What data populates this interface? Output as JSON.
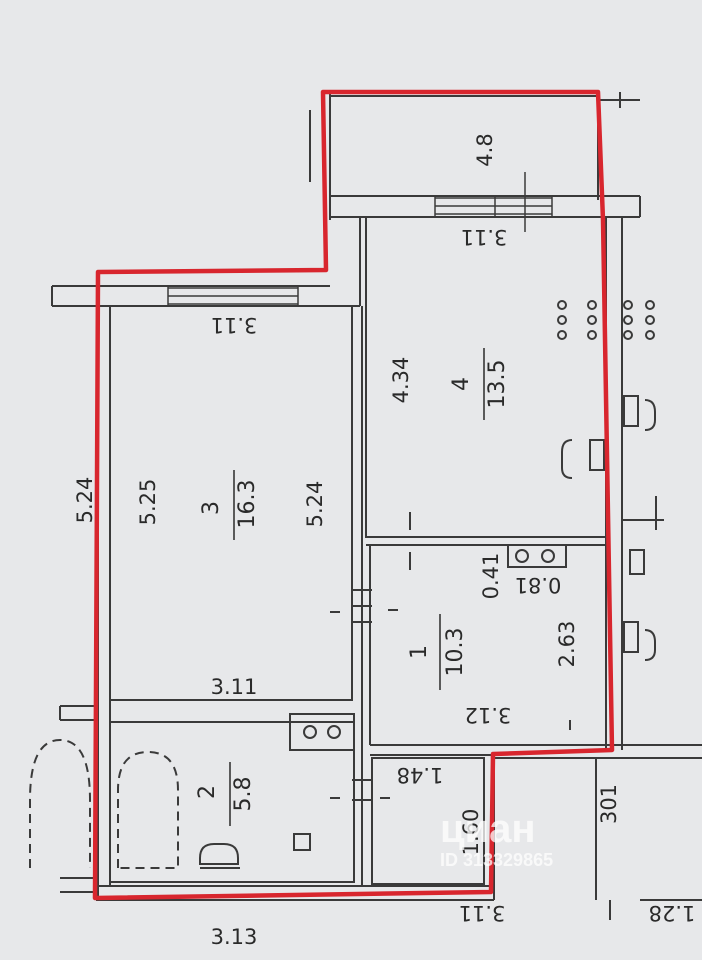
{
  "rooms": {
    "room3": {
      "number": "3",
      "area": "16.3",
      "left_dim": "5.25",
      "right_dim": "5.24",
      "bottom_dim": "3.11",
      "top_dim": "3.11"
    },
    "room4": {
      "number": "4",
      "area": "13.5",
      "left_dim": "4.34",
      "top_dim": "3.11"
    },
    "room1": {
      "number": "1",
      "area": "10.3",
      "right_dim": "2.63",
      "bottom_dim": "3.12",
      "shaft_a": "0.41",
      "shaft_b": "0.81"
    },
    "room2": {
      "number": "2",
      "area": "5.8"
    },
    "wc": {
      "width": "1.48",
      "height": "1.60"
    },
    "balcony": {
      "dim": "4.8"
    }
  },
  "outer_dims": {
    "left": "5.24",
    "bottom_left": "3.13",
    "bottom_right": "3.11",
    "right_corner": "1.28",
    "neighbor": "301"
  },
  "watermark": {
    "brand": "циан",
    "id": "ID 313329865"
  },
  "colors": {
    "outline": "#d8262e",
    "walls": "#3a3a3a",
    "background": "#e7e8ea"
  }
}
